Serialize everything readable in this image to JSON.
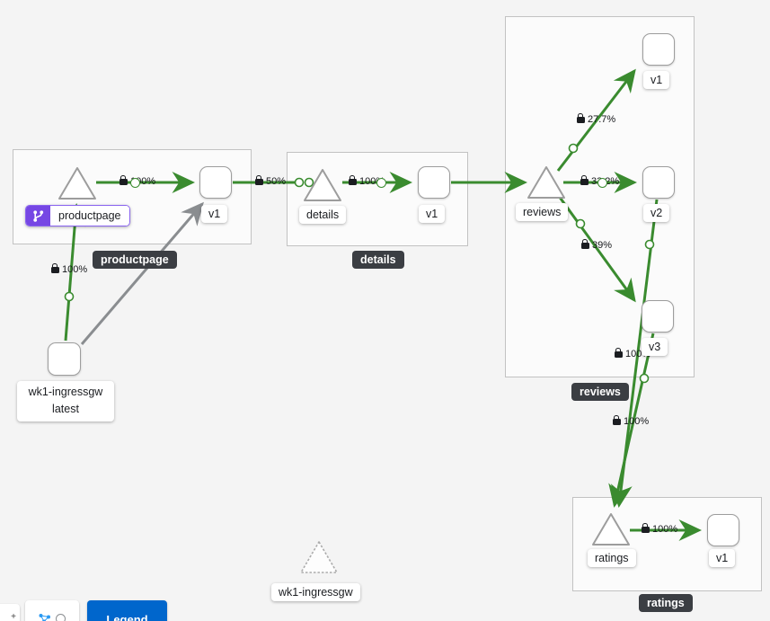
{
  "graph": {
    "groups": {
      "productpage": {
        "tooltip": "productpage"
      },
      "details": {
        "tooltip": "details"
      },
      "reviews": {
        "tooltip": "reviews"
      },
      "ratings": {
        "tooltip": "ratings"
      }
    },
    "nodes": {
      "productpage_service": {
        "label": "productpage",
        "badge": "virtual-service-routing"
      },
      "productpage_v1": {
        "label": "v1"
      },
      "details_service": {
        "label": "details"
      },
      "details_v1": {
        "label": "v1"
      },
      "reviews_service": {
        "label": "reviews"
      },
      "reviews_v1": {
        "label": "v1"
      },
      "reviews_v2": {
        "label": "v2"
      },
      "reviews_v3": {
        "label": "v3"
      },
      "ratings_service": {
        "label": "ratings"
      },
      "ratings_v1": {
        "label": "v1"
      },
      "ingress_workload": {
        "label_line1": "wk1-ingressgw",
        "label_line2": "latest"
      },
      "idle_service": {
        "label": "wk1-ingressgw"
      }
    },
    "edges": {
      "ingress_to_productpage": {
        "label": "100%",
        "secure": true
      },
      "ingress_to_productpage_v1": {
        "label": "",
        "secure": false
      },
      "productpage_to_v1": {
        "label": "100%",
        "secure": true
      },
      "productpage_v1_to_details": {
        "label": "50%",
        "secure": true
      },
      "details_to_v1": {
        "label": "100%",
        "secure": true
      },
      "details_v1_to_reviews": {
        "label": "",
        "secure": false
      },
      "reviews_to_v1": {
        "label": "27.7%",
        "secure": true
      },
      "reviews_to_v2": {
        "label": "33.2%",
        "secure": true
      },
      "reviews_to_v3": {
        "label": "39%",
        "secure": true
      },
      "reviews_v2_to_ratings": {
        "label": "100%",
        "secure": true
      },
      "reviews_v3_to_ratings": {
        "label": "100%",
        "secure": true
      },
      "ratings_to_v1": {
        "label": "100%",
        "secure": true
      }
    }
  },
  "toolbar": {
    "legend_label": "Legend",
    "partial_glyph": "+"
  },
  "colors": {
    "edge_green": "#3a8b2f",
    "edge_gray": "#8a8d90",
    "badge_purple": "#7647e4",
    "tooltip_bg": "#3b3e43",
    "legend_button_blue": "#0066cc",
    "background": "#f4f4f4"
  }
}
